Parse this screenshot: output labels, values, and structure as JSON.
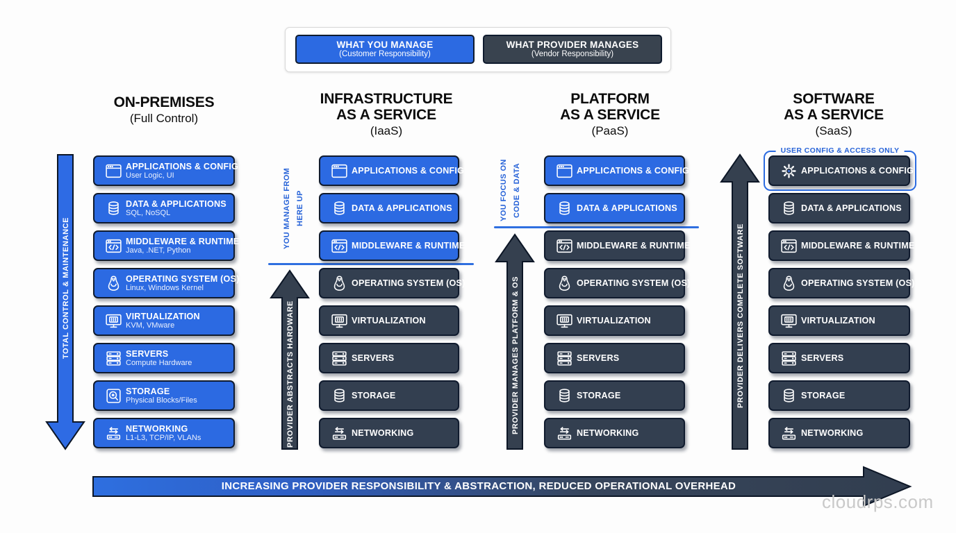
{
  "colors": {
    "customer_blue": "#2c6ae2",
    "provider_dark": "#333f50",
    "accent_line_blue": "#2f6fe0",
    "border_dark": "#101b2e",
    "watermark_gray": "#c9c9c9"
  },
  "legend": {
    "customer": {
      "title": "WHAT YOU MANAGE",
      "subtitle": "(Customer Responsibility)"
    },
    "provider": {
      "title": "WHAT PROVIDER MANAGES",
      "subtitle": "(Vendor Responsibility)"
    }
  },
  "columns": [
    {
      "id": "on-premises",
      "title": "ON-PREMISES",
      "subtitle": "(Full Control)",
      "layers": [
        {
          "label": "APPLICATIONS & CONFIG",
          "sub": "User Logic, UI",
          "icon": "app-window-icon",
          "managed_by": "customer"
        },
        {
          "label": "DATA & APPLICATIONS",
          "sub": "SQL, NoSQL",
          "icon": "database-icon",
          "managed_by": "customer"
        },
        {
          "label": "MIDDLEWARE & RUNTIME",
          "sub": "Java, .NET, Python",
          "icon": "code-window-icon",
          "managed_by": "customer"
        },
        {
          "label": "OPERATING SYSTEM (OS)",
          "sub": "Linux, Windows Kernel",
          "icon": "linux-penguin-icon",
          "managed_by": "customer"
        },
        {
          "label": "VIRTUALIZATION",
          "sub": "KVM, VMware",
          "icon": "virtual-machine-icon",
          "managed_by": "customer"
        },
        {
          "label": "SERVERS",
          "sub": "Compute Hardware",
          "icon": "server-rack-icon",
          "managed_by": "customer"
        },
        {
          "label": "STORAGE",
          "sub": "Physical Blocks/Files",
          "icon": "hard-drive-icon",
          "managed_by": "customer"
        },
        {
          "label": "NETWORKING",
          "sub": "L1-L3, TCP/IP, VLANs",
          "icon": "network-arrows-icon",
          "managed_by": "customer"
        }
      ]
    },
    {
      "id": "iaas",
      "title": "INFRASTRUCTURE\nAS A SERVICE",
      "subtitle": "(IaaS)",
      "annotation": "YOU MANAGE FROM HERE UP",
      "layers": [
        {
          "label": "APPLICATIONS & CONFIG",
          "icon": "app-window-icon",
          "managed_by": "customer"
        },
        {
          "label": "DATA & APPLICATIONS",
          "icon": "database-icon",
          "managed_by": "customer"
        },
        {
          "label": "MIDDLEWARE & RUNTIME",
          "icon": "code-window-icon",
          "managed_by": "customer"
        },
        {
          "label": "OPERATING SYSTEM (OS)",
          "icon": "linux-penguin-icon",
          "managed_by": "provider"
        },
        {
          "label": "VIRTUALIZATION",
          "icon": "virtual-machine-icon",
          "managed_by": "provider"
        },
        {
          "label": "SERVERS",
          "icon": "server-rack-icon",
          "managed_by": "provider"
        },
        {
          "label": "STORAGE",
          "icon": "storage-cylinder-icon",
          "managed_by": "provider"
        },
        {
          "label": "NETWORKING",
          "icon": "network-arrows-icon",
          "managed_by": "provider"
        }
      ]
    },
    {
      "id": "paas",
      "title": "PLATFORM\nAS A SERVICE",
      "subtitle": "(PaaS)",
      "annotation": "YOU FOCUS ON\nCODE & DATA",
      "layers": [
        {
          "label": "APPLICATIONS & CONFIG",
          "icon": "app-window-icon",
          "managed_by": "customer"
        },
        {
          "label": "DATA & APPLICATIONS",
          "icon": "database-icon",
          "managed_by": "customer"
        },
        {
          "label": "MIDDLEWARE & RUNTIME",
          "icon": "code-window-icon",
          "managed_by": "provider"
        },
        {
          "label": "OPERATING SYSTEM (OS)",
          "icon": "linux-penguin-icon",
          "managed_by": "provider"
        },
        {
          "label": "VIRTUALIZATION",
          "icon": "virtual-machine-icon",
          "managed_by": "provider"
        },
        {
          "label": "SERVERS",
          "icon": "server-rack-icon",
          "managed_by": "provider"
        },
        {
          "label": "STORAGE",
          "icon": "storage-cylinder-icon",
          "managed_by": "provider"
        },
        {
          "label": "NETWORKING",
          "icon": "network-arrows-icon",
          "managed_by": "provider"
        }
      ]
    },
    {
      "id": "saas",
      "title": "SOFTWARE\nAS A SERVICE",
      "subtitle": "(SaaS)",
      "callout": "USER CONFIG & ACCESS ONLY",
      "layers": [
        {
          "label": "APPLICATIONS & CONFIG",
          "icon": "gear-icon",
          "managed_by": "provider"
        },
        {
          "label": "DATA & APPLICATIONS",
          "icon": "database-icon",
          "managed_by": "provider"
        },
        {
          "label": "MIDDLEWARE & RUNTIME",
          "icon": "code-window-icon",
          "managed_by": "provider"
        },
        {
          "label": "OPERATING SYSTEM (OS)",
          "icon": "linux-penguin-icon",
          "managed_by": "provider"
        },
        {
          "label": "VIRTUALIZATION",
          "icon": "virtual-machine-icon",
          "managed_by": "provider"
        },
        {
          "label": "SERVERS",
          "icon": "server-rack-icon",
          "managed_by": "provider"
        },
        {
          "label": "STORAGE",
          "icon": "storage-cylinder-icon",
          "managed_by": "provider"
        },
        {
          "label": "NETWORKING",
          "icon": "network-arrows-icon",
          "managed_by": "provider"
        }
      ]
    }
  ],
  "arrows": {
    "total_control": "TOTAL CONTROL & MAINTENANCE",
    "abstracts_hardware": "PROVIDER ABSTRACTS HARDWARE",
    "manages_platform": "PROVIDER MANAGES PLATFORM & OS",
    "delivers_software": "PROVIDER DELIVERS COMPLETE SOFTWARE"
  },
  "bottom_arrow": {
    "text": "INCREASING PROVIDER RESPONSIBILITY & ABSTRACTION, REDUCED OPERATIONAL OVERHEAD"
  },
  "watermark": {
    "text": "cloudrps.com"
  }
}
